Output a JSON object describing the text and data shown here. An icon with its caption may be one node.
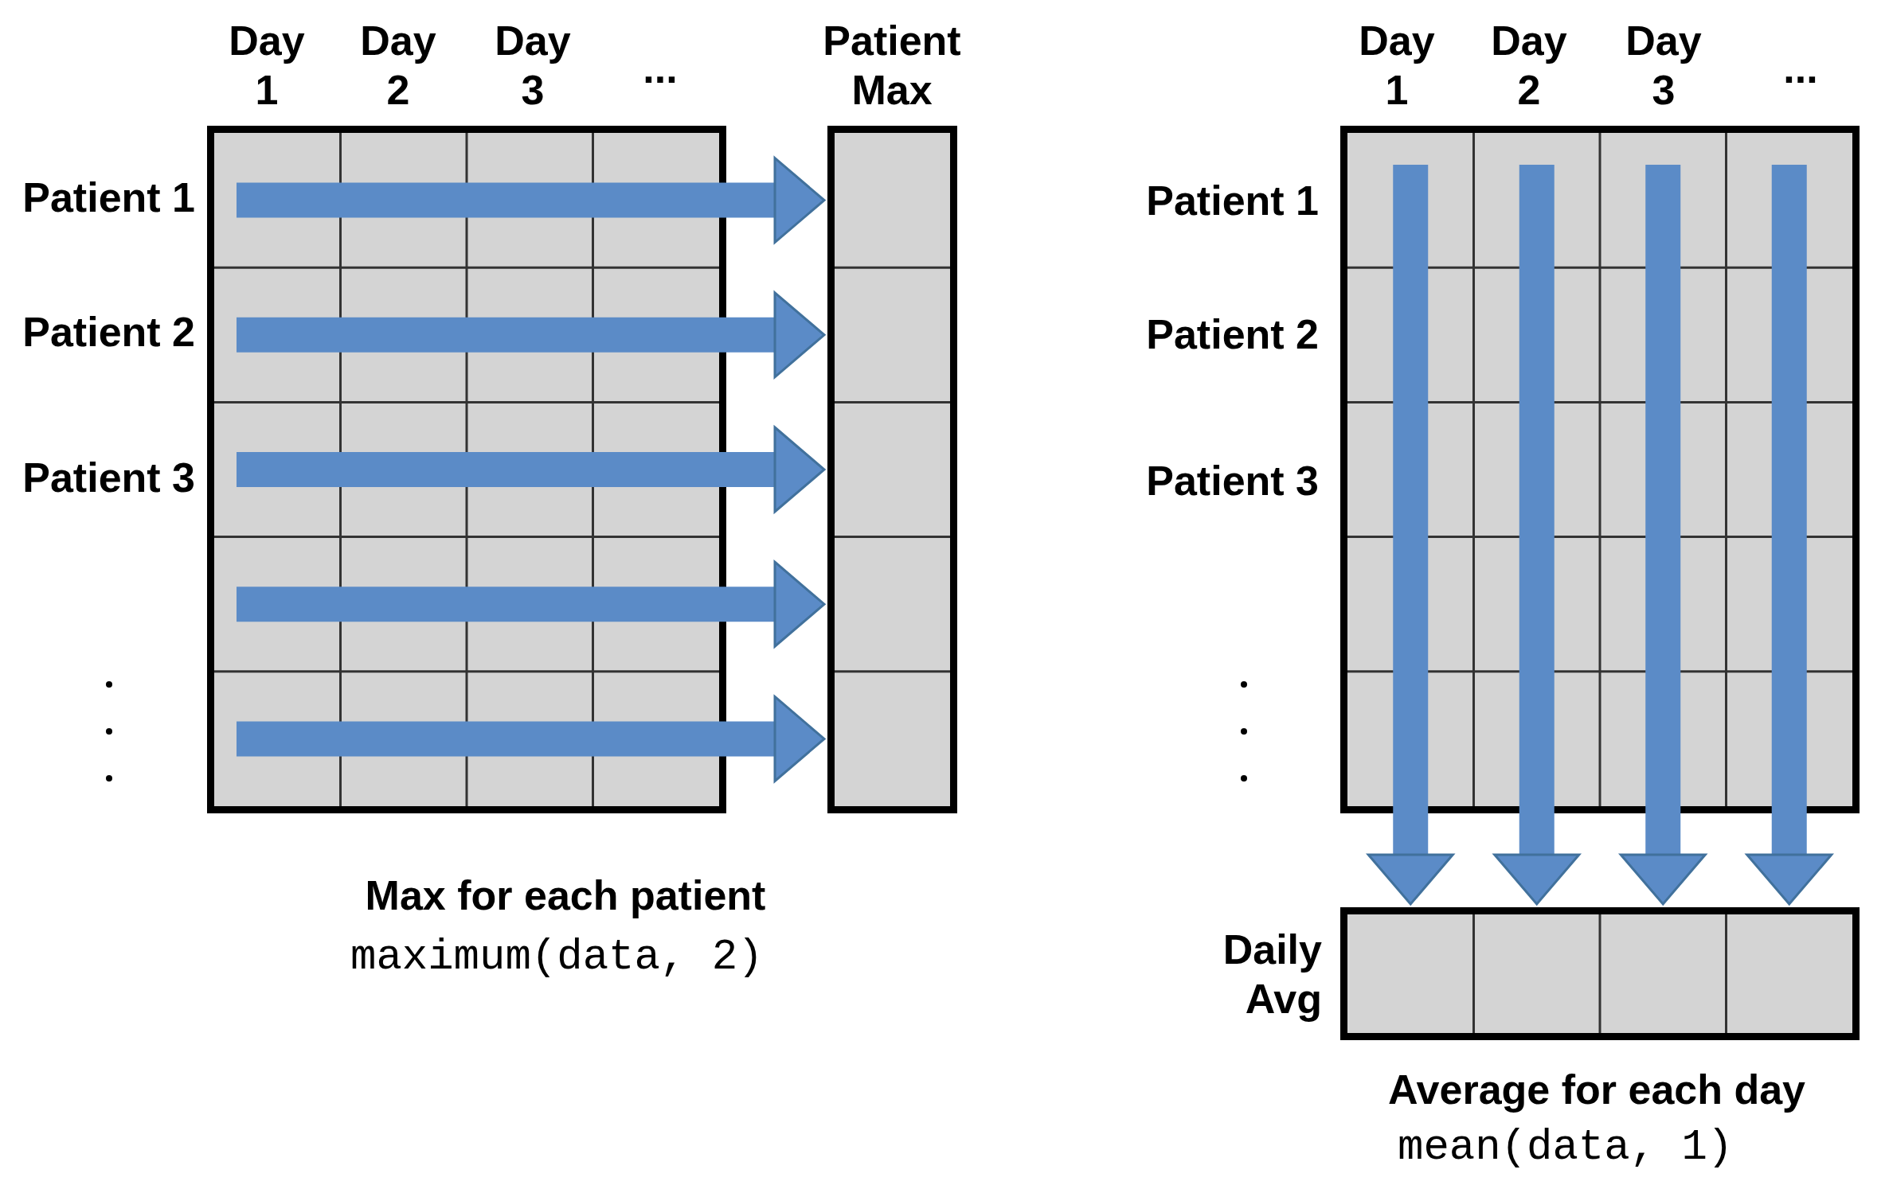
{
  "diagram": {
    "nodes": [
      {
        "text": [],
        "shape": "box",
        "beside": [
          "Day 1",
          "Day 2",
          "Day 3",
          "...",
          "Patient 1",
          "Patient 2",
          "Patient 3"
        ]
      },
      {
        "text": [
          "Patient Max"
        ]
      },
      {
        "text": [],
        "shape": "box",
        "beside": [
          "Day 1",
          "Day 2",
          "Day 3",
          "...",
          "Patient 1",
          "Patient 2",
          "Patient 3"
        ]
      },
      {
        "text": [
          "Daily Avg"
        ]
      }
    ],
    "edges": [
      {
        "from": 0,
        "to": 1,
        "arrow": "to"
      },
      {
        "from": 0,
        "to": 1,
        "arrow": "to"
      },
      {
        "from": 0,
        "to": 1,
        "arrow": "to"
      },
      {
        "from": 0,
        "to": 1,
        "arrow": "to"
      },
      {
        "from": 0,
        "to": 1,
        "arrow": "to"
      },
      {
        "from": 2,
        "to": 3,
        "arrow": "to"
      },
      {
        "from": 2,
        "to": 3,
        "arrow": "to"
      },
      {
        "from": 2,
        "to": 3,
        "arrow": "to"
      },
      {
        "from": 2,
        "to": 3,
        "arrow": "to"
      }
    ],
    "labels": [
      "Max for each patient",
      "maximum(data, 2)",
      "Average for each day",
      "mean(data, 1)"
    ]
  }
}
